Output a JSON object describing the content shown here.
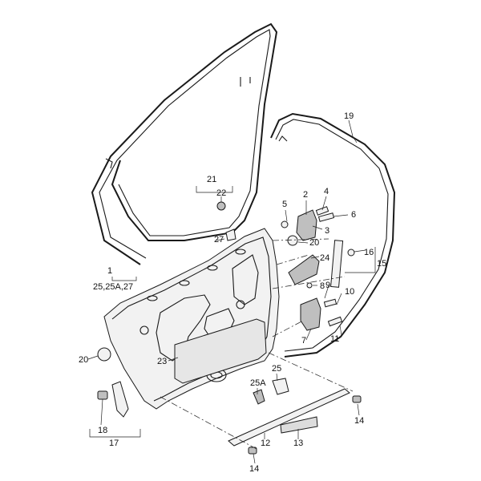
{
  "diagram": {
    "labels": {
      "l1": "1",
      "l1_sub": "25,25A,27",
      "l2": "2",
      "l3": "3",
      "l4": "4",
      "l5": "5",
      "l6": "6",
      "l7": "7",
      "l8": "8",
      "l9": "9",
      "l10": "10",
      "l11": "11",
      "l12": "12",
      "l13": "13",
      "l14a": "14",
      "l14b": "14",
      "l15": "15",
      "l16": "16",
      "l17": "17",
      "l18": "18",
      "l19": "19",
      "l20a": "20",
      "l20b": "20",
      "l21": "21",
      "l22": "22",
      "l23": "23",
      "l24": "24",
      "l25": "25",
      "l25a": "25A",
      "l27": "27"
    }
  }
}
